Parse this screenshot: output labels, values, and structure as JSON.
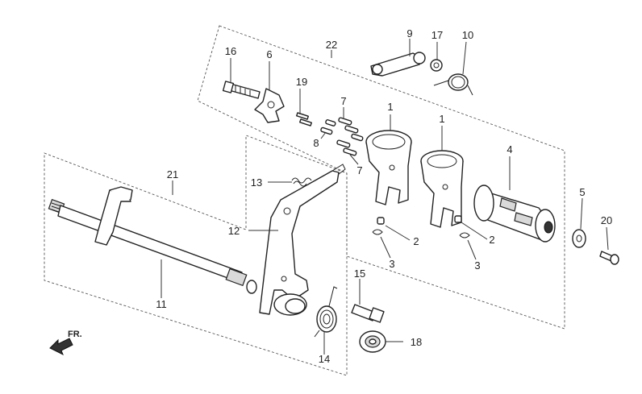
{
  "callouts": {
    "c1a": "1",
    "c1b": "1",
    "c2a": "2",
    "c2b": "2",
    "c3a": "3",
    "c3b": "3",
    "c4": "4",
    "c5": "5",
    "c6": "6",
    "c7a": "7",
    "c7b": "7",
    "c8": "8",
    "c9": "9",
    "c10": "10",
    "c11": "11",
    "c12": "12",
    "c13": "13",
    "c14": "14",
    "c15": "15",
    "c16": "16",
    "c17": "17",
    "c18": "18",
    "c19": "19",
    "c20": "20",
    "c21": "21",
    "c22": "22"
  },
  "direction_indicator": "FR.",
  "colors": {
    "line": "#222222",
    "frame": "#555555",
    "background": "#ffffff"
  }
}
